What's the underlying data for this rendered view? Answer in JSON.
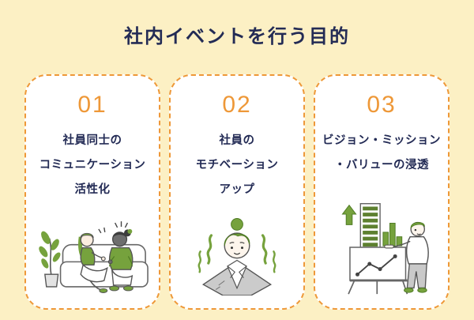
{
  "page": {
    "title": "社内イベントを行う目的",
    "background_color": "#FCF0C4",
    "title_color": "#232B55"
  },
  "colors": {
    "accent_orange": "#EE9838",
    "text_navy": "#232B55",
    "card_background": "#FFFFFF",
    "card_border_dashed": "#EE9838",
    "illustration_green": "#76A23D",
    "illustration_dark_green": "#5D8030",
    "illustration_gray": "#C9C9C9",
    "illustration_outline": "#555555"
  },
  "cards": [
    {
      "number": "01",
      "lines": [
        "社員同士の",
        "コミュニケーション",
        "活性化"
      ],
      "illustration": "two-employees-talking-on-sofa"
    },
    {
      "number": "02",
      "lines": [
        "社員の",
        "モチベーション",
        "アップ"
      ],
      "illustration": "motivated-employee-with-energy-aura"
    },
    {
      "number": "03",
      "lines": [
        "ビジョン・ミッション",
        "・バリューの浸透"
      ],
      "illustration": "employee-presenting-growth-charts"
    }
  ]
}
